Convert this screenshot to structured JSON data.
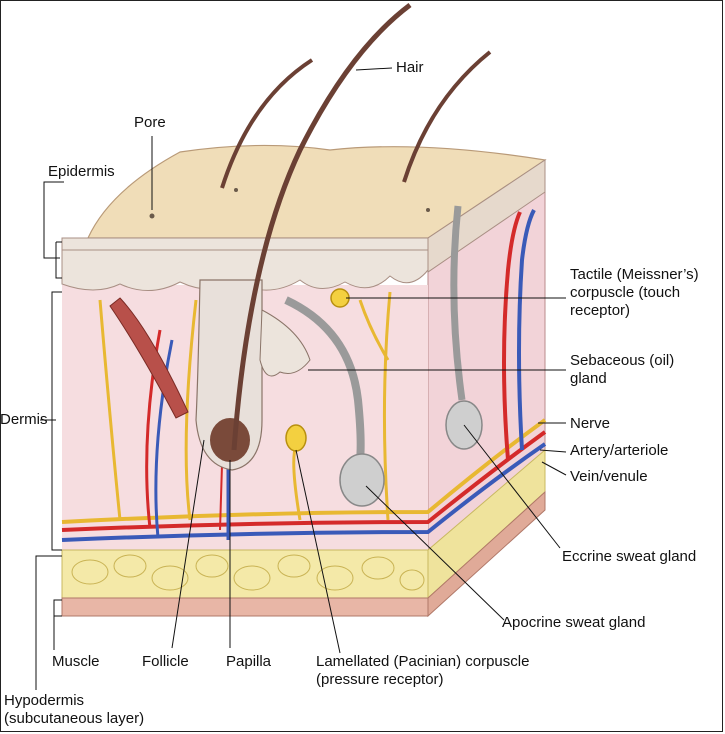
{
  "labels": {
    "hair": "Hair",
    "pore": "Pore",
    "epidermis": "Epidermis",
    "dermis": "Dermis",
    "tactile": "Tactile (Meissner’s)\ncorpuscle (touch\nreceptor)",
    "sebaceous": "Sebaceous (oil)\ngland",
    "nerve": "Nerve",
    "artery": "Artery/arteriole",
    "vein": "Vein/venule",
    "eccrine": "Eccrine sweat gland",
    "apocrine": "Apocrine sweat gland",
    "muscle": "Muscle",
    "follicle": "Follicle",
    "papilla": "Papilla",
    "lamellated": "Lamellated (Pacinian) corpuscle\n(pressure receptor)",
    "hypodermis": "Hypodermis\n(subcutaneous layer)"
  },
  "colors": {
    "skin_top": "#f0ddb8",
    "epidermis_band": "#ece4dc",
    "dermis": "#f6dde0",
    "fat": "#f4e9a8",
    "muscle_layer": "#e8b6a6",
    "hair": "#6b4034",
    "nerve": "#e8b832",
    "artery": "#d42a2a",
    "vein": "#3a5ab8",
    "gland": "#cfcfcf"
  }
}
